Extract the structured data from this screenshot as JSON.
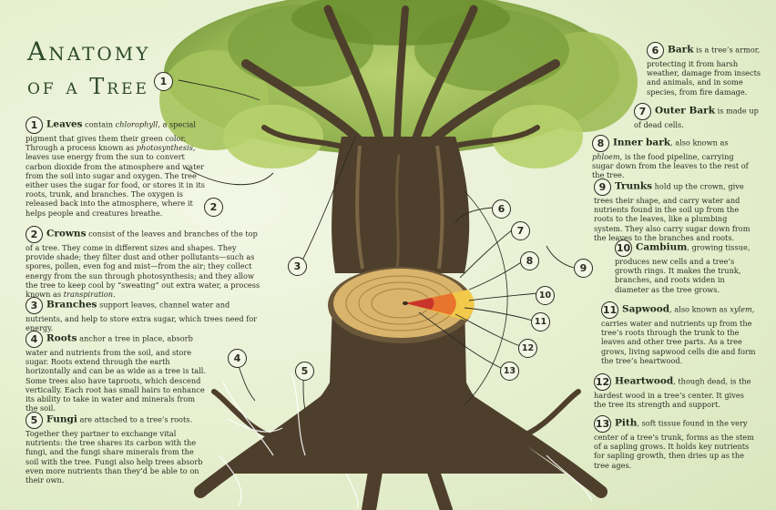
{
  "title": {
    "line1": "Anatomy",
    "line2": "of a Tree"
  },
  "callouts": [
    "1",
    "2",
    "3",
    "4",
    "5",
    "6",
    "7",
    "8",
    "9",
    "10",
    "11",
    "12",
    "13"
  ],
  "left_blocks": [
    {
      "num": "1",
      "term": "Leaves",
      "pre": " contain ",
      "em": "chlorophyll",
      "post": ", a special pigment that gives them their green color. Through a process known as ",
      "em2": "photosynthesis",
      "post2": ", leaves use energy from the sun to convert carbon dioxide from the atmosphere and water from the soil into sugar and oxygen. The tree either uses the sugar for food, or stores it in its roots, trunk, and branches. The oxygen is released back into the atmosphere, where it helps people and creatures breathe."
    },
    {
      "num": "2",
      "term": "Crowns",
      "pre": " consist of the leaves and branches of the top of a tree. They come in different sizes and shapes. They provide shade; they filter dust and other pollutants—such as spores, pollen, even fog and mist—from the air; they collect energy from the sun through photosynthesis; and they allow the tree to keep cool by “sweating” out extra water, a process known as ",
      "em": "transpiration",
      "post": ".",
      "em2": "",
      "post2": ""
    },
    {
      "num": "3",
      "term": "Branches",
      "pre": " support leaves, channel water and nutrients, and help to store extra sugar, which trees need for energy.",
      "em": "",
      "post": "",
      "em2": "",
      "post2": ""
    },
    {
      "num": "4",
      "term": "Roots",
      "pre": " anchor a tree in place, absorb water and nutrients from the soil, and store sugar. Roots extend through the earth horizontally and can be as wide as a tree is tall. Some trees also have taproots, which descend vertically. Each root has small hairs to enhance its ability to take in water and minerals from the soil.",
      "em": "",
      "post": "",
      "em2": "",
      "post2": ""
    },
    {
      "num": "5",
      "term": "Fungi",
      "pre": " are attached to a tree’s roots. Together they partner to exchange vital nutrients: the tree shares its carbon with the fungi, and the fungi share minerals from the soil with the tree. Fungi also help trees absorb even more nutrients than they’d be able to on their own.",
      "em": "",
      "post": "",
      "em2": "",
      "post2": ""
    }
  ],
  "right_blocks": [
    {
      "num": "6",
      "term": "Bark",
      "pre": " is a tree’s armor, protecting it from harsh weather, damage from insects and animals, and in some species, from fire damage.",
      "em": "",
      "post": ""
    },
    {
      "num": "7",
      "term": "Outer Bark",
      "pre": " is made up of dead cells.",
      "em": "",
      "post": ""
    },
    {
      "num": "8",
      "term": "Inner bark",
      "pre": ", also known as ",
      "em": "phloem",
      "post": ", is the food pipeline, carrying sugar down from the leaves to the rest of the tree."
    },
    {
      "num": "9",
      "term": "Trunks",
      "pre": " hold up the crown, give trees their shape, and carry water and nutrients found in the soil up from the roots to the leaves, like a plumbing system. They also carry sugar down from the leaves to the branches and roots.",
      "em": "",
      "post": ""
    },
    {
      "num": "10",
      "term": "Cambium",
      "pre": ", growing tissue, produces new cells and a tree’s growth rings. It makes the trunk, branches, and roots widen in diameter as the tree grows.",
      "em": "",
      "post": ""
    },
    {
      "num": "11",
      "term": "Sapwood",
      "pre": ", also known as ",
      "em": "xylem",
      "post": ", carries water and nutrients up from the tree’s roots through the trunk to the leaves and other tree parts. As a tree grows, living sapwood cells die and form the tree’s heartwood."
    },
    {
      "num": "12",
      "term": "Heartwood",
      "pre": ", though dead, is the hardest wood in a tree’s center. It gives the tree its strength and support.",
      "em": "",
      "post": ""
    },
    {
      "num": "13",
      "term": "Pith",
      "pre": ", soft tissue found in the very center of a tree’s trunk, forms as the stem of a sapling grows. It holds key nutrients for sapling growth, then dries up as the tree ages.",
      "em": "",
      "post": ""
    }
  ],
  "colors": {
    "canopy": "#8fb04a",
    "canopy_dark": "#5e7e2e",
    "bark": "#4e3f2c",
    "bark_light": "#7a6545",
    "ring": "#d9b46a",
    "heart": "#e8742e",
    "pith": "#c9352a",
    "sapwood": "#f2c94a",
    "roots_fine": "#ffffff"
  }
}
